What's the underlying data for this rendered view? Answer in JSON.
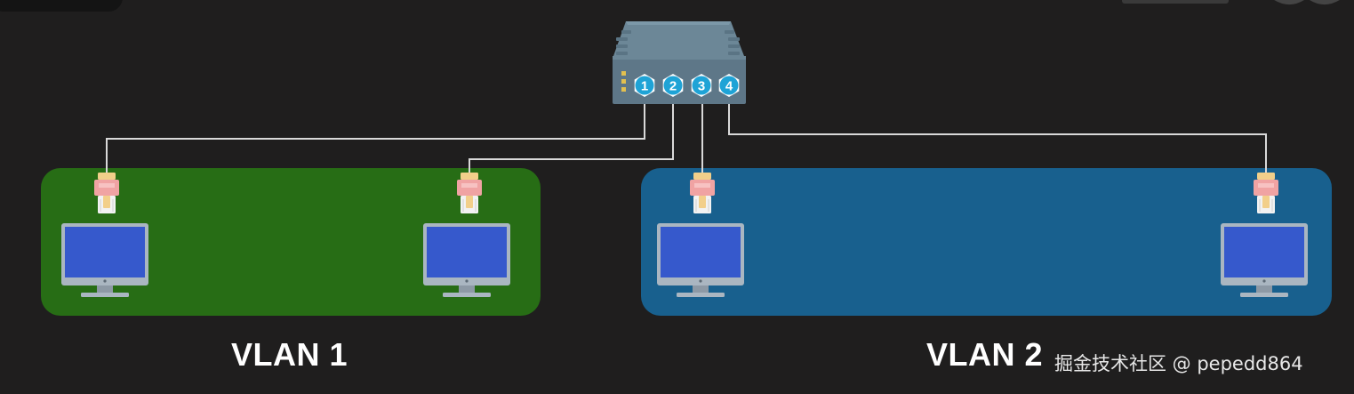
{
  "diagram": {
    "switch": {
      "ports": [
        "1",
        "2",
        "3",
        "4"
      ]
    },
    "vlans": [
      {
        "label": "VLAN 1",
        "color": "#276d15"
      },
      {
        "label": "VLAN 2",
        "color": "#18608e"
      }
    ],
    "watermark": "掘金技术社区 @ pepedd864",
    "colors": {
      "background": "#1f1e1e",
      "cable": "#d9d9d9",
      "port_blue": "#1fa3d6",
      "monitor_screen": "#3659cc",
      "monitor_frame": "#aab6c1",
      "plug_pink": "#f0a3a3",
      "plug_tan": "#f2cf8a"
    }
  }
}
